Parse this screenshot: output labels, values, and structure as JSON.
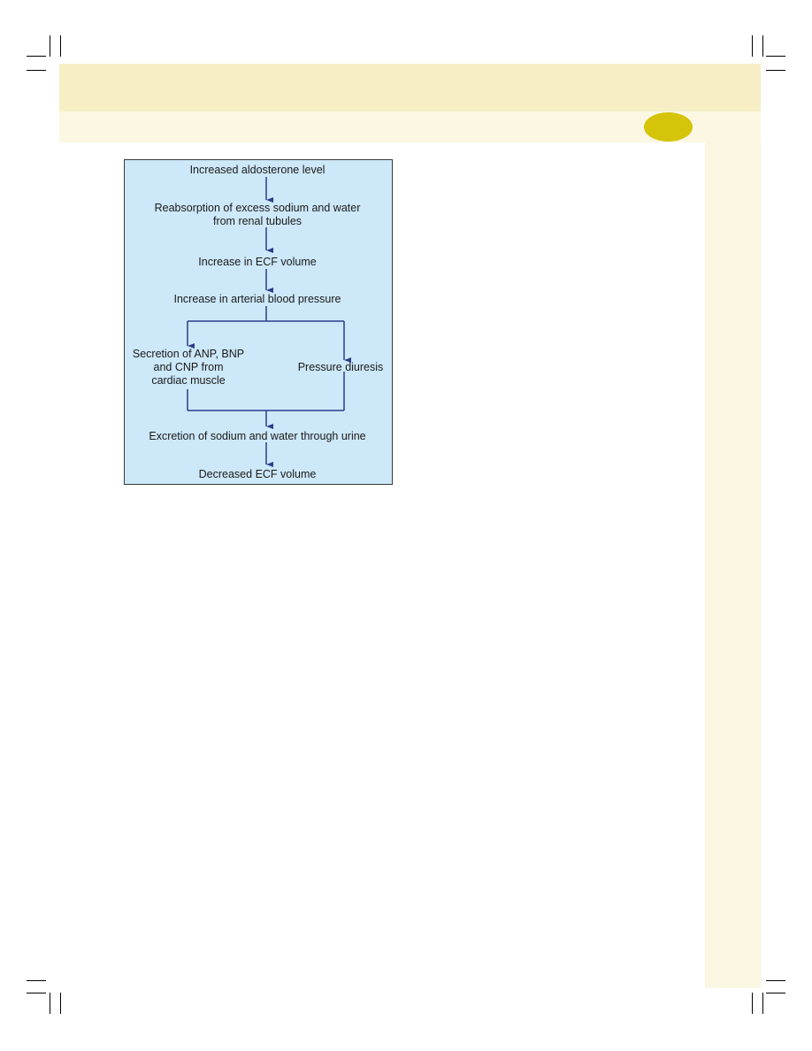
{
  "colors": {
    "header_band": "#f7eec5",
    "subheader_band": "#fbf7e3",
    "side_margin": "#faf6e2",
    "page_badge": "#d5c40a",
    "flow_box_fill": "#cde8f8",
    "arrow": "#2e3c8c"
  },
  "diagram": {
    "nodes": {
      "aldosterone": "Increased aldosterone level",
      "reabsorption_line1": "Reabsorption of excess sodium and water",
      "reabsorption_line2": "from renal tubules",
      "ecf_increase": "Increase in ECF volume",
      "bp_increase": "Increase in arterial blood pressure",
      "natriuretic_line1": "Secretion of ANP, BNP",
      "natriuretic_line2": "and CNP from",
      "natriuretic_line3": "cardiac muscle",
      "pressure_diuresis": "Pressure diuresis",
      "excretion": "Excretion of sodium and water through urine",
      "ecf_decrease": "Decreased ECF volume"
    }
  }
}
